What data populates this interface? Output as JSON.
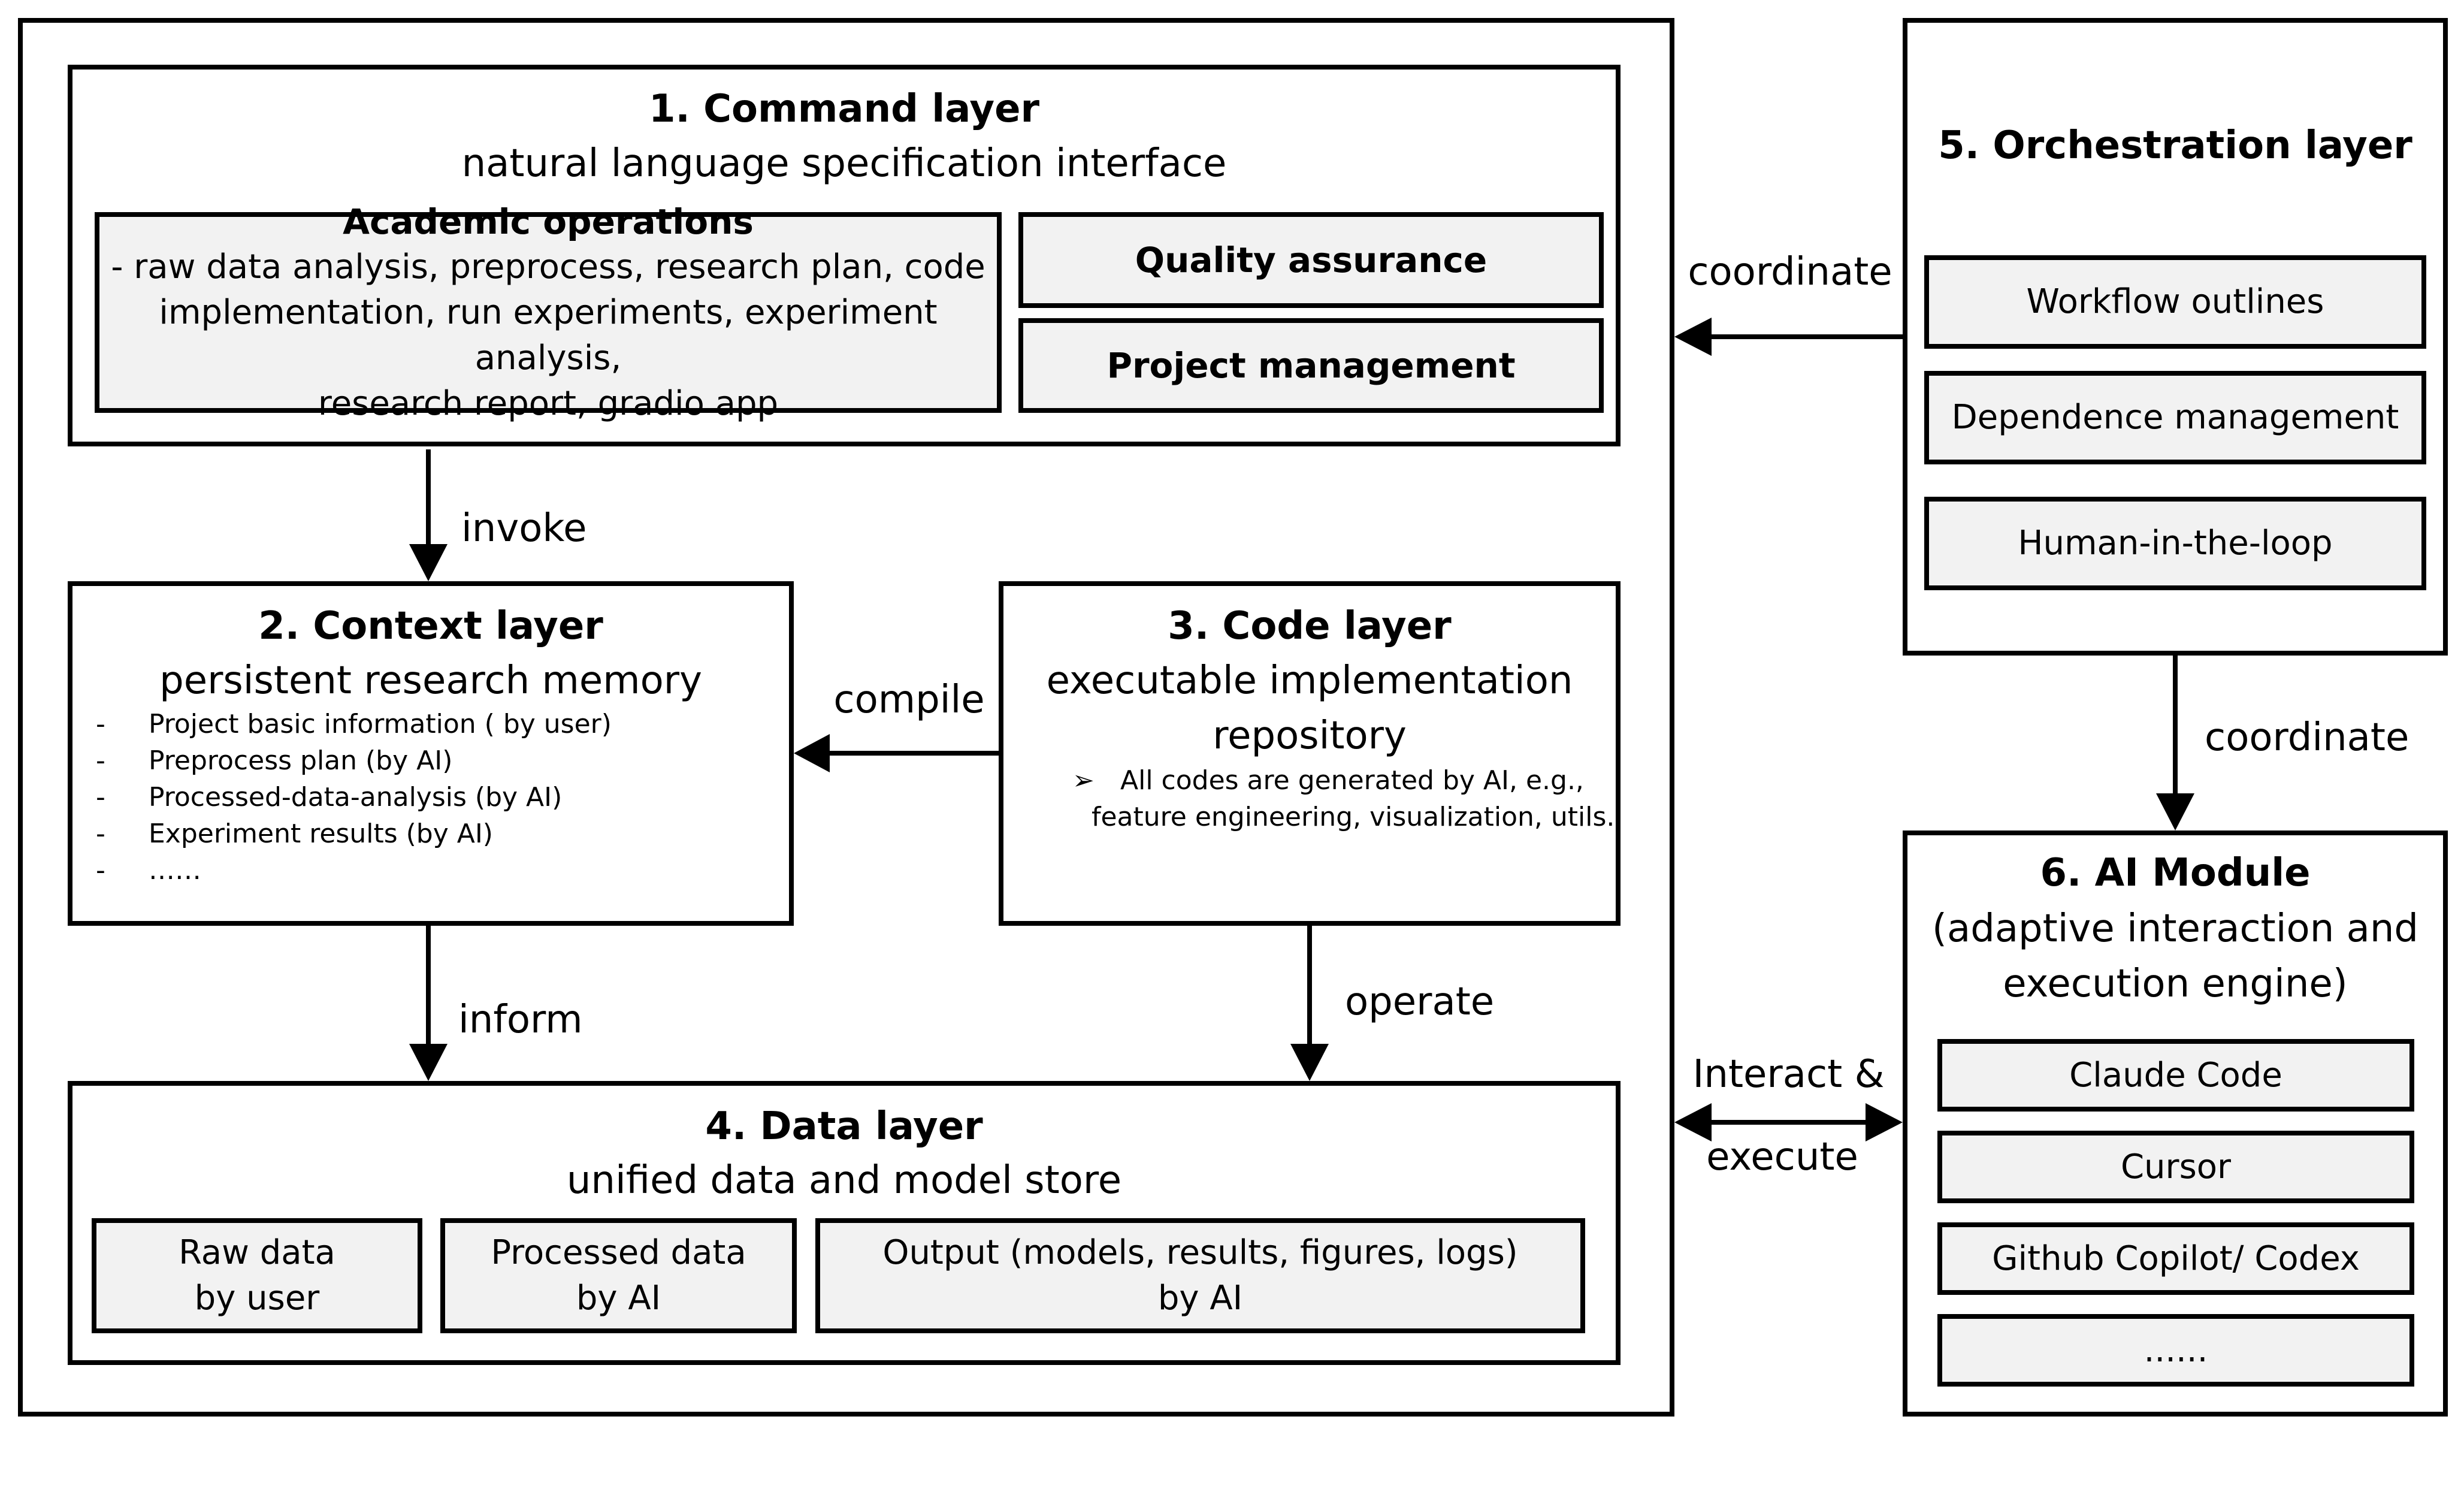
{
  "command_layer": {
    "title": "1. Command layer",
    "subtitle": "natural language specification interface",
    "academic": {
      "title": "Academic operations",
      "lines": [
        "- raw data analysis, preprocess, research plan, code",
        "implementation, run experiments, experiment analysis,",
        "research report, gradio app"
      ]
    },
    "quality": "Quality assurance",
    "project": "Project management"
  },
  "context_layer": {
    "title": "2. Context layer",
    "subtitle": "persistent research memory",
    "items": [
      "Project basic information ( by user)",
      "Preprocess plan (by AI)",
      "Processed-data-analysis (by AI)",
      "Experiment results (by AI)",
      "……"
    ],
    "bullet": "-"
  },
  "code_layer": {
    "title": "3. Code layer",
    "subtitle_lines": [
      "executable implementation",
      "repository"
    ],
    "bullet": "➢",
    "note_lines": [
      "All codes are generated by AI, e.g.,",
      "feature engineering, visualization, utils."
    ]
  },
  "data_layer": {
    "title": "4. Data layer",
    "subtitle": "unified data and model store",
    "boxes": [
      {
        "line1": "Raw data",
        "line2": "by user"
      },
      {
        "line1": "Processed data",
        "line2": "by AI"
      },
      {
        "line1": "Output (models, results, figures, logs)",
        "line2": "by AI"
      }
    ]
  },
  "orchestration_layer": {
    "title": "5. Orchestration layer",
    "items": [
      "Workflow outlines",
      "Dependence management",
      "Human-in-the-loop"
    ]
  },
  "ai_module": {
    "title": "6. AI Module",
    "subtitle_lines": [
      "(adaptive interaction and",
      "execution engine)"
    ],
    "items": [
      "Claude Code",
      "Cursor",
      "Github Copilot/ Codex",
      "......"
    ]
  },
  "edges": {
    "invoke": "invoke",
    "compile": "compile",
    "inform": "inform",
    "operate": "operate",
    "coordinate_left": "coordinate",
    "coordinate_down": "coordinate",
    "interact_line1": "Interact &",
    "interact_line2": "execute"
  }
}
